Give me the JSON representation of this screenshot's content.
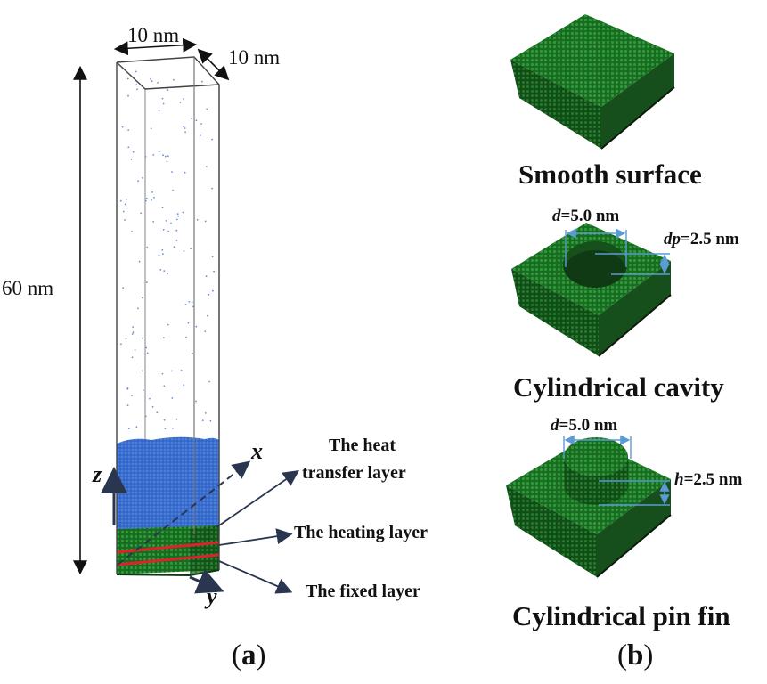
{
  "panel_a": {
    "width_label": "10 nm",
    "depth_label": "10 nm",
    "height_label": "60 nm",
    "axis_x": "x",
    "axis_y": "y",
    "axis_z": "z",
    "layers": {
      "heat_transfer_line1": "The heat",
      "heat_transfer_line2": "transfer layer",
      "heating": "The heating layer",
      "fixed": "The fixed layer"
    },
    "panel_label": {
      "open": "(",
      "letter": "a",
      "close": ")"
    }
  },
  "panel_b": {
    "surfaces": [
      {
        "caption": "Smooth surface"
      },
      {
        "caption": "Cylindrical cavity",
        "diameter_var": "d",
        "diameter_value": "=5.0 nm",
        "depth_var": "dp",
        "depth_value": "=2.5 nm"
      },
      {
        "caption": "Cylindrical pin fin",
        "diameter_var": "d",
        "diameter_value": "=5.0 nm",
        "height_var": "h",
        "height_value": "=2.5 nm"
      }
    ],
    "panel_label": {
      "open": "(",
      "letter": "b",
      "close": ")"
    }
  },
  "colors": {
    "fluid_blue": "#3a6fd0",
    "solid_green": "#1f7a2a",
    "solid_dark": "#0f4d16",
    "interface_red": "#e0202a",
    "dim_line_blue": "#5a9bd5",
    "arrow_dark": "#2a3550"
  }
}
